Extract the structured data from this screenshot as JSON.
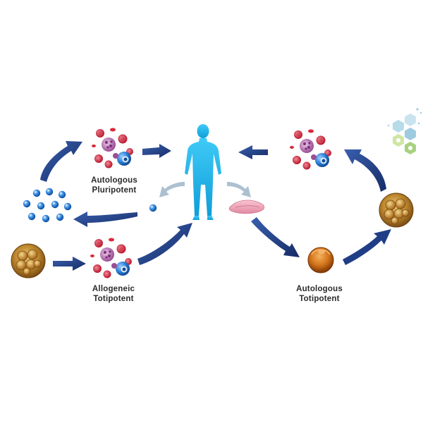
{
  "labels": {
    "autologous_pluripotent": {
      "line1": "Autologous",
      "line2": "Pluripotent"
    },
    "allogeneic_totipotent": {
      "line1": "Allogeneic",
      "line2": "Totipotent"
    },
    "autologous_totipotent": {
      "line1": "Autologous",
      "line2": "Totipotent"
    }
  },
  "icons": {
    "human": "human-figure-icon",
    "blood_cells": "blood-cells-icon",
    "embryo": "embryo-cell-icon",
    "oocyte": "oocyte-icon",
    "stem_cells": "stem-cell-cluster-icon",
    "tissue": "skin-tissue-icon",
    "logo": "hexagon-molecule-logo"
  },
  "colors": {
    "arrow": "#1f3e86",
    "human": "#18b6f2",
    "red_cell": "#d8283a",
    "blue_cell": "#2a7fd6",
    "embryo": "#b8802c",
    "oocyte": "#d2781e"
  }
}
